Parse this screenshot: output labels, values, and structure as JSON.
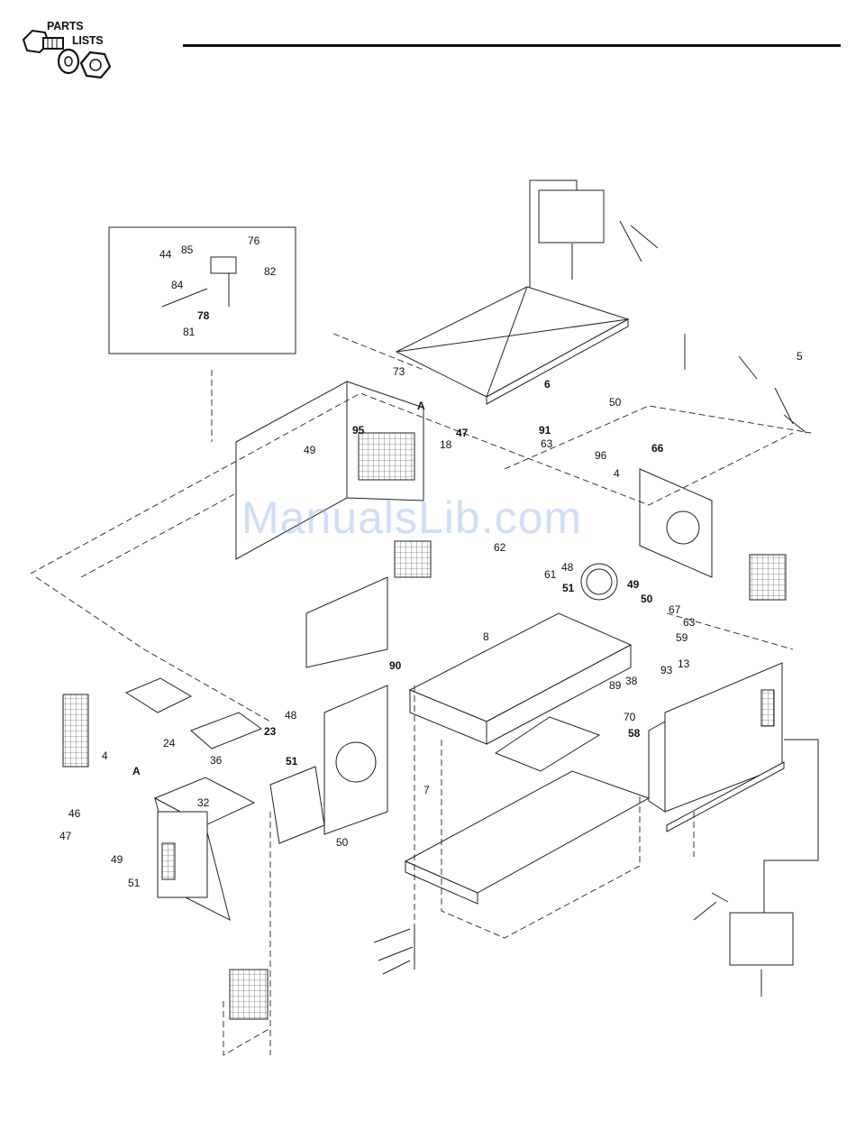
{
  "header": {
    "logo_line1": "PARTS",
    "logo_line2": "LISTS",
    "logo_icon": "bolt-washer-nut-icon"
  },
  "watermark": "ManualsLib.com",
  "callouts": [
    {
      "id": "c44",
      "label": "44"
    },
    {
      "id": "c85",
      "label": "85"
    },
    {
      "id": "c76",
      "label": "76"
    },
    {
      "id": "c82",
      "label": "82"
    },
    {
      "id": "c84",
      "label": "84"
    },
    {
      "id": "c78",
      "label": "78"
    },
    {
      "id": "c81",
      "label": "81"
    },
    {
      "id": "c73",
      "label": "73"
    },
    {
      "id": "c6",
      "label": "6"
    },
    {
      "id": "c50a",
      "label": "50"
    },
    {
      "id": "c5",
      "label": "5"
    },
    {
      "id": "cA1",
      "label": "A"
    },
    {
      "id": "c95",
      "label": "95"
    },
    {
      "id": "c49a",
      "label": "49"
    },
    {
      "id": "c47a",
      "label": "47"
    },
    {
      "id": "c18",
      "label": "18"
    },
    {
      "id": "c91",
      "label": "91"
    },
    {
      "id": "c63a",
      "label": "63"
    },
    {
      "id": "c96",
      "label": "96"
    },
    {
      "id": "c66",
      "label": "66"
    },
    {
      "id": "c4a",
      "label": "4"
    },
    {
      "id": "c62",
      "label": "62"
    },
    {
      "id": "c48a",
      "label": "48"
    },
    {
      "id": "c61",
      "label": "61"
    },
    {
      "id": "c51a",
      "label": "51"
    },
    {
      "id": "c49b",
      "label": "49"
    },
    {
      "id": "c50b",
      "label": "50"
    },
    {
      "id": "c67",
      "label": "67"
    },
    {
      "id": "c63b",
      "label": "63"
    },
    {
      "id": "c59",
      "label": "59"
    },
    {
      "id": "c8",
      "label": "8"
    },
    {
      "id": "c90",
      "label": "90"
    },
    {
      "id": "c93",
      "label": "93"
    },
    {
      "id": "c13",
      "label": "13"
    },
    {
      "id": "c38a",
      "label": "38"
    },
    {
      "id": "c89",
      "label": "89"
    },
    {
      "id": "c70",
      "label": "70"
    },
    {
      "id": "c58",
      "label": "58"
    },
    {
      "id": "c48b",
      "label": "48"
    },
    {
      "id": "c24",
      "label": "24"
    },
    {
      "id": "c23",
      "label": "23"
    },
    {
      "id": "c36",
      "label": "36"
    },
    {
      "id": "c51b",
      "label": "51"
    },
    {
      "id": "c7",
      "label": "7"
    },
    {
      "id": "c50c",
      "label": "50"
    },
    {
      "id": "c4b",
      "label": "4"
    },
    {
      "id": "cA2",
      "label": "A"
    },
    {
      "id": "c46",
      "label": "46"
    },
    {
      "id": "c47b",
      "label": "47"
    },
    {
      "id": "c49c",
      "label": "49"
    },
    {
      "id": "c51c",
      "label": "51"
    },
    {
      "id": "c32",
      "label": "32"
    }
  ]
}
